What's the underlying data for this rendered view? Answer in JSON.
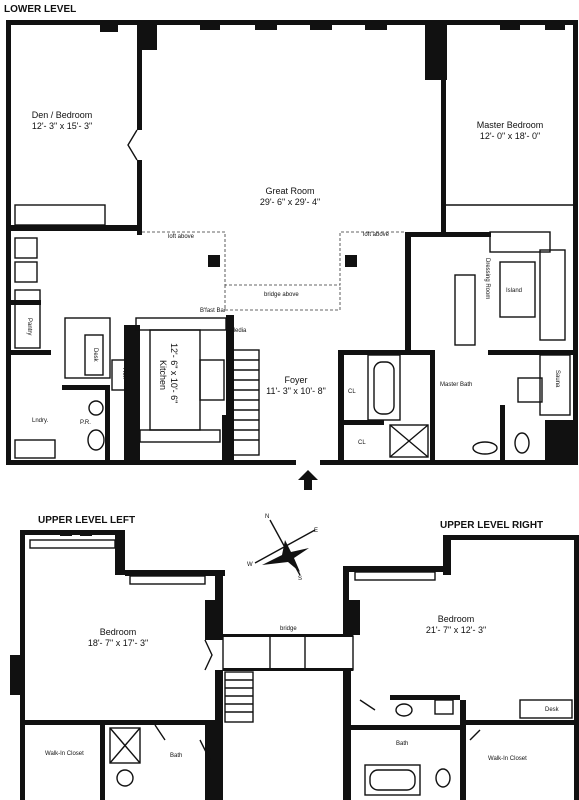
{
  "sections": {
    "lower": "LOWER LEVEL",
    "upper_left": "UPPER LEVEL LEFT",
    "upper_right": "UPPER LEVEL RIGHT"
  },
  "rooms": {
    "den_name": "Den / Bedroom",
    "den_dim": "12'- 3\" x 15'- 3\"",
    "great_name": "Great Room",
    "great_dim": "29'- 6\" x 29'- 4\"",
    "master_name": "Master Bedroom",
    "master_dim": "12'- 0\" x 18'- 0\"",
    "kitchen_name": "Kitchen",
    "kitchen_dim": "12'- 6\" x 10'- 6\"",
    "foyer_name": "Foyer",
    "foyer_dim": "11'- 3\" x 10'- 8\"",
    "bed_left_name": "Bedroom",
    "bed_left_dim": "18'- 7\" x 17'- 3\"",
    "bed_right_name": "Bedroom",
    "bed_right_dim": "21'- 7\" x 12'- 3\""
  },
  "labels": {
    "loft_above_1": "loft above",
    "loft_above_2": "loft above",
    "bridge_above": "bridge above",
    "bfast_bar": "B'fast Bar",
    "media": "Media",
    "pantry": "Pantry",
    "desk": "Desk",
    "ref": "Ref.",
    "lndry": "Lndry.",
    "pr": "P.R.",
    "cl1": "CL",
    "cl2": "CL",
    "master_bath": "Master Bath",
    "dressing_room": "Dressing Room",
    "island": "Island",
    "sauna": "Sauna",
    "bridge": "bridge",
    "walkin_left": "Walk-In Closet",
    "walkin_right": "Walk-In Closet",
    "bath_left": "Bath",
    "bath_right": "Bath",
    "desk_right": "Desk"
  },
  "compass": {
    "n": "N",
    "e": "E",
    "s": "S",
    "w": "W"
  }
}
